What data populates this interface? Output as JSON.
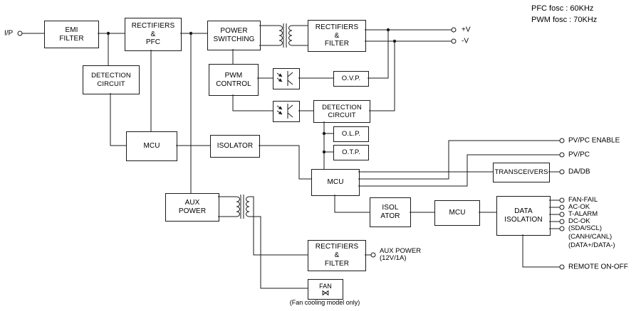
{
  "annotations": {
    "pfc_fosc": "PFC fosc : 60KHz",
    "pwm_fosc": "PWM fosc : 70KHz",
    "fan_note": "(Fan cooling model only)"
  },
  "blocks": {
    "emi_filter": "EMI\nFILTER",
    "rectifiers_pfc": "RECTIFIERS\n&\nPFC",
    "power_switching": "POWER\nSWITCHING",
    "rectifiers_filter_top": "RECTIFIERS\n&\nFILTER",
    "detection_circuit_input": "DETECTION\nCIRCUIT",
    "pwm_control": "PWM\nCONTROL",
    "ovp": "O.V.P.",
    "detection_circuit_output": "DETECTION\nCIRCUIT",
    "olp": "O.L.P.",
    "otp": "O.T.P.",
    "mcu_primary": "MCU",
    "isolator": "ISOLATOR",
    "mcu_secondary": "MCU",
    "transceivers": "TRANSCEIVERS",
    "aux_power": "AUX\nPOWER",
    "isolator_comm": "ISOL\nATOR",
    "mcu_comm": "MCU",
    "data_isolation": "DATA\nISOLATION",
    "rectifiers_filter_aux": "RECTIFIERS\n&\nFILTER",
    "fan": "FAN"
  },
  "ports": {
    "input": "I/P",
    "v_plus": "+V",
    "v_minus": "-V",
    "pvpc_enable": "PV/PC ENABLE",
    "pvpc": "PV/PC",
    "dadb": "DA/DB",
    "fan_fail": "FAN-FAIL",
    "ac_ok": "AC-OK",
    "t_alarm": "T-ALARM",
    "dc_ok": "DC-OK",
    "sda_scl": "(SDA/SCL)",
    "canh_canl": "(CANH/CANL)",
    "data_plus_minus": "(DATA+/DATA-)",
    "remote": "REMOTE ON-OFF",
    "aux_output": "AUX POWER\n(12V/1A)"
  },
  "icons": {
    "fan_symbol": "⋈"
  },
  "colors": {
    "line": "#1a1a1a",
    "background": "#ffffff",
    "text": "#000000"
  }
}
